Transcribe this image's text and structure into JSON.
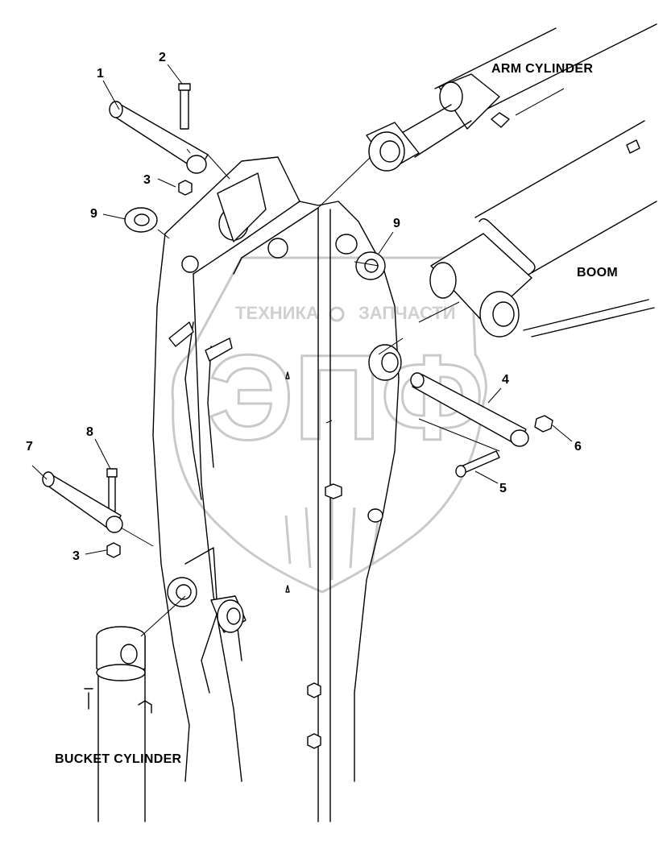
{
  "labels": {
    "arm_cylinder": "ARM CYLINDER",
    "boom": "BOOM",
    "bucket_cylinder": "BUCKET CYLINDER"
  },
  "callouts": [
    "1",
    "2",
    "3",
    "9",
    "9",
    "4",
    "6",
    "5",
    "8",
    "7",
    "3"
  ],
  "watermark": {
    "left_text": "ТЕХНИКА",
    "right_text": "ЗАПЧАСТИ",
    "logo": "ЭПФ"
  }
}
